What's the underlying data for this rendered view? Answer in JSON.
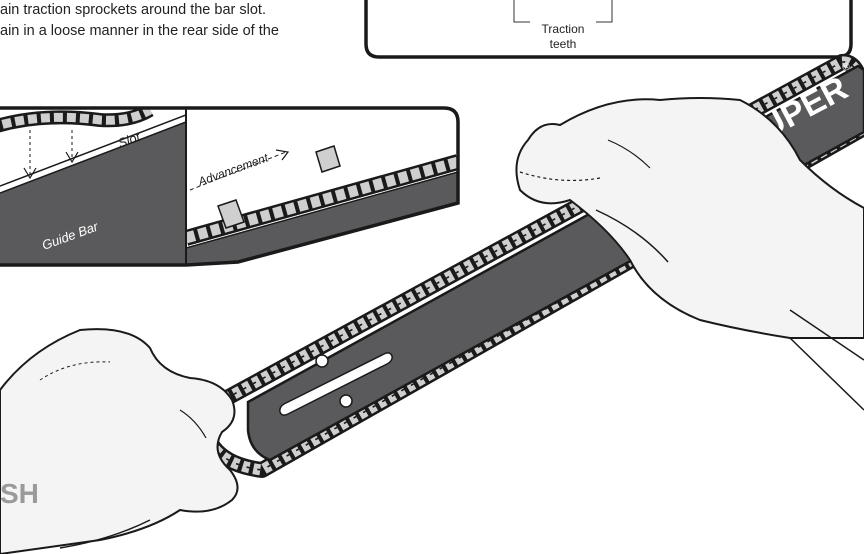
{
  "intro_lines": [
    "ain traction sprockets around the bar slot.",
    "ain in a loose manner in the rear side of the"
  ],
  "callout": {
    "label_line1": "Traction",
    "label_line2": "teeth"
  },
  "inset": {
    "slot_label": "Slot",
    "guide_bar_label": "Guide Bar",
    "advancement_label": "Advancement"
  },
  "bar": {
    "brand": "TRUPER",
    "registered": "®"
  },
  "corner_text": "SH",
  "colors": {
    "bar_fill": "#5a5a5c",
    "outline": "#1a1a1a",
    "chain_fill": "#d9d9d9",
    "glove": "#f4f4f4"
  }
}
